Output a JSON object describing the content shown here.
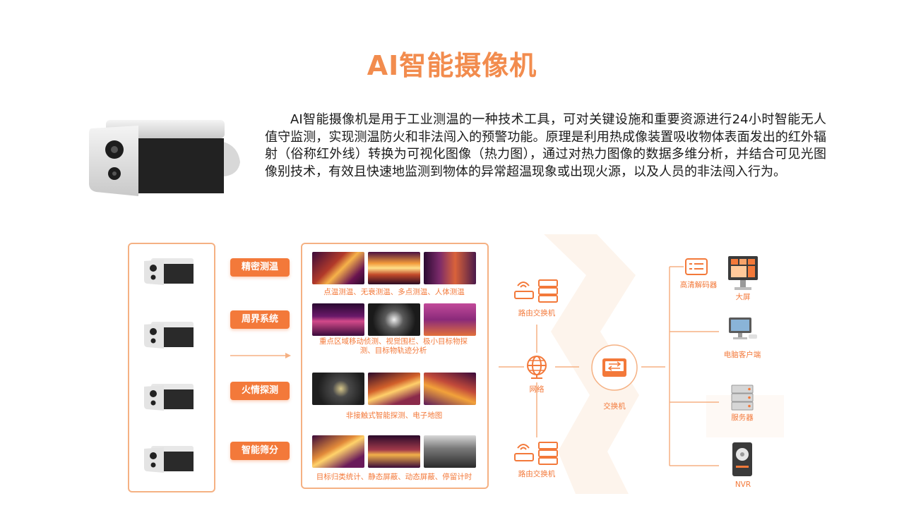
{
  "title": "AI智能摄像机",
  "description": "AI智能摄像机是用于工业测温的一种技术工具，可对关键设施和重要资源进行24小时智能无人值守监测，实现测温防火和非法闯入的预警功能。原理是利用热成像装置吸收物体表面发出的红外辐射（俗称红外线）转换为可视化图像（热力图），通过对热力图像的数据多维分析，并结合可见光图像别技术，有效且快速地监测到物体的异常超温现象或出现火源，以及人员的非法闯入行为。",
  "features": [
    {
      "label": "精密测温",
      "caption": "点温测温、无衰测温、多点测温、人体测温"
    },
    {
      "label": "周界系统",
      "caption": "重点区域移动侦测、视觉围栏、极小目标物探测、目标物轨迹分析"
    },
    {
      "label": "火情探测",
      "caption": "非接触式智能探测、电子地图"
    },
    {
      "label": "智能筛分",
      "caption": "目标归类统计、静态屏蔽、动态屏蔽、停留计时"
    }
  ],
  "network": {
    "router_top": "路由交换机",
    "network": "网络",
    "router_bottom": "路由交换机",
    "switch": "交换机",
    "devices": [
      "高清解码器",
      "大屏",
      "电脑客户端",
      "服务器",
      "NVR"
    ]
  },
  "colors": {
    "accent": "#f3793a",
    "title": "#f28c4e",
    "border": "#f5b183"
  }
}
